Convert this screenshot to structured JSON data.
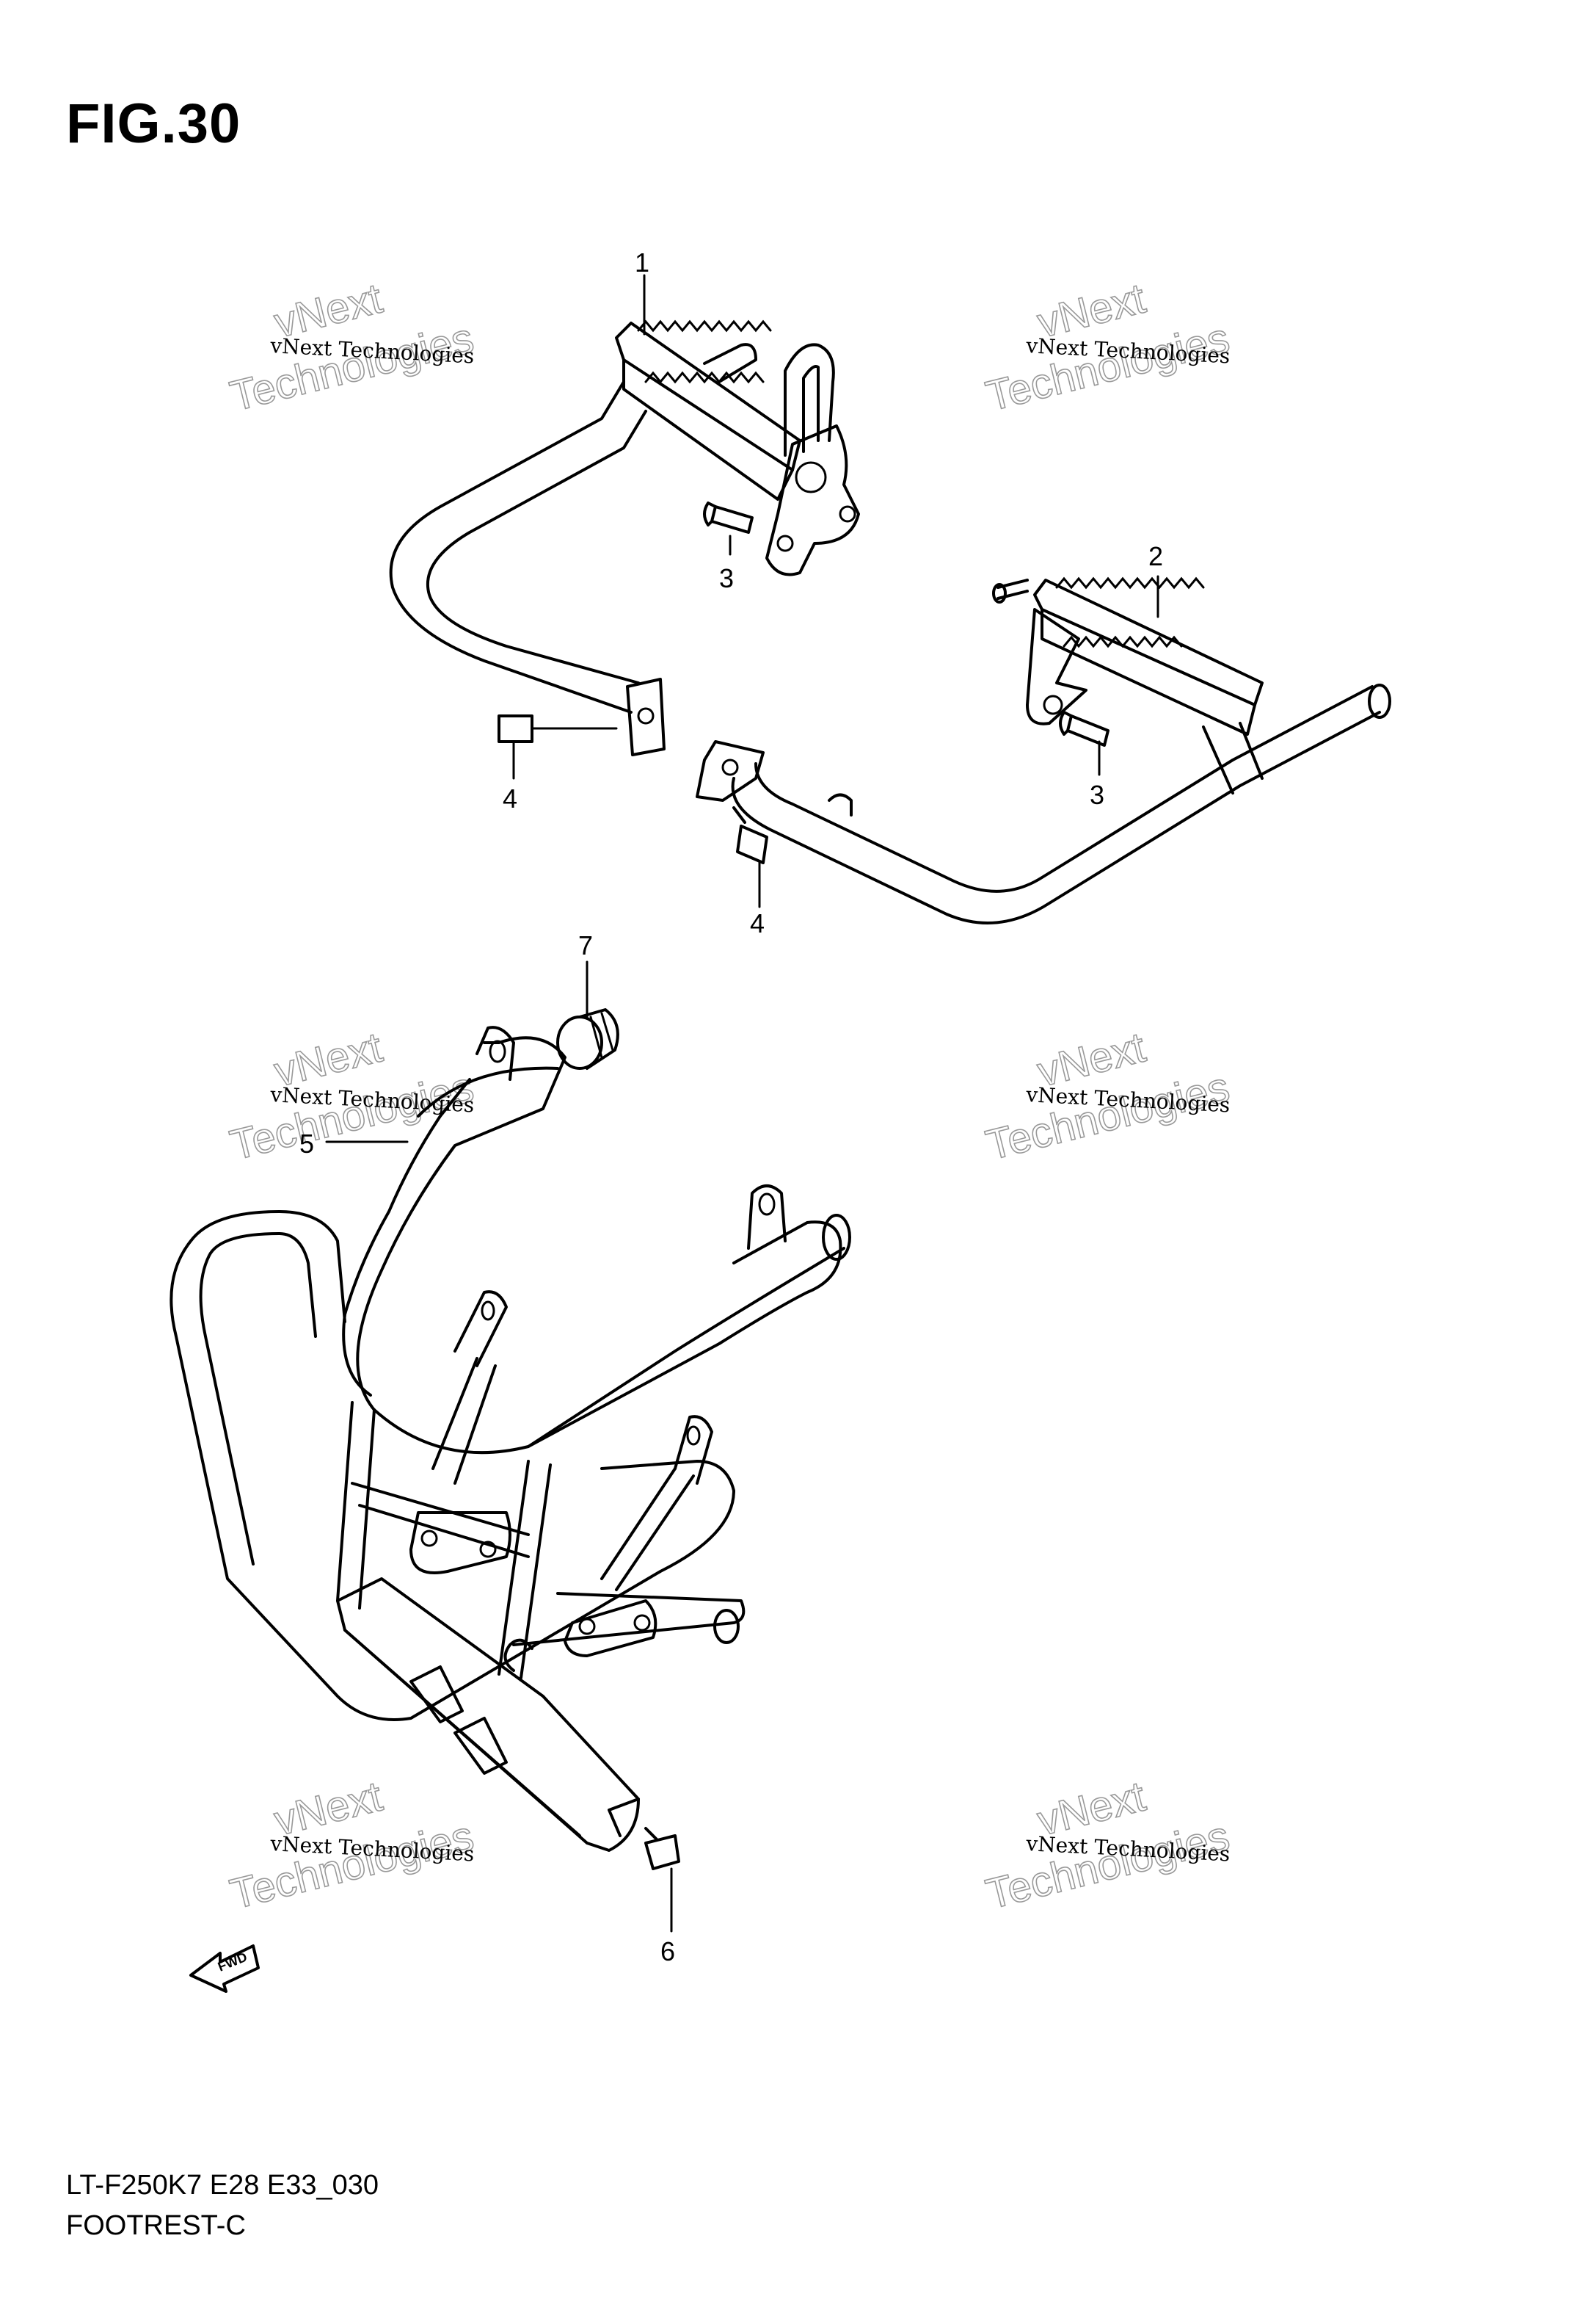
{
  "figure": {
    "title": "FIG.30",
    "model_code": "LT-F250K7  E28  E33_030",
    "name": "FOOTREST-C"
  },
  "callouts": [
    "1",
    "2",
    "3",
    "3",
    "4",
    "4",
    "5",
    "6",
    "7"
  ],
  "watermark": {
    "line_small": "vNext Technologies",
    "line_big_1": "vNext",
    "line_big_2": "Technologies"
  },
  "fwd_label": "FWD"
}
